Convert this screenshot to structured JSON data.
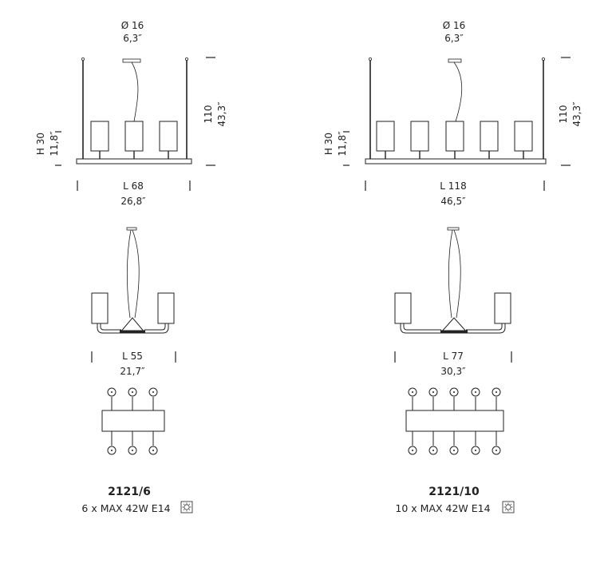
{
  "left": {
    "dia_cm": "Ø 16",
    "dia_in": "6,3″",
    "height_cm": "H 30",
    "height_in": "11,8″",
    "drop_cm": "110",
    "drop_in": "43,3″",
    "length_cm": "L 68",
    "length_in": "26,8″",
    "side_length_cm": "L 55",
    "side_length_in": "21,7″",
    "model": "2121/6",
    "spec": "6 x MAX 42W E14",
    "shades_front": 3,
    "bulbs_per_row": 3,
    "icon": "dimmable-bulb-icon"
  },
  "right": {
    "dia_cm": "Ø 16",
    "dia_in": "6,3″",
    "height_cm": "H 30",
    "height_in": "11,8″",
    "drop_cm": "110",
    "drop_in": "43,3″",
    "length_cm": "L 118",
    "length_in": "46,5″",
    "side_length_cm": "L 77",
    "side_length_in": "30,3″",
    "model": "2121/10",
    "spec": "10 x MAX 42W E14",
    "shades_front": 5,
    "bulbs_per_row": 5,
    "icon": "dimmable-bulb-icon"
  }
}
